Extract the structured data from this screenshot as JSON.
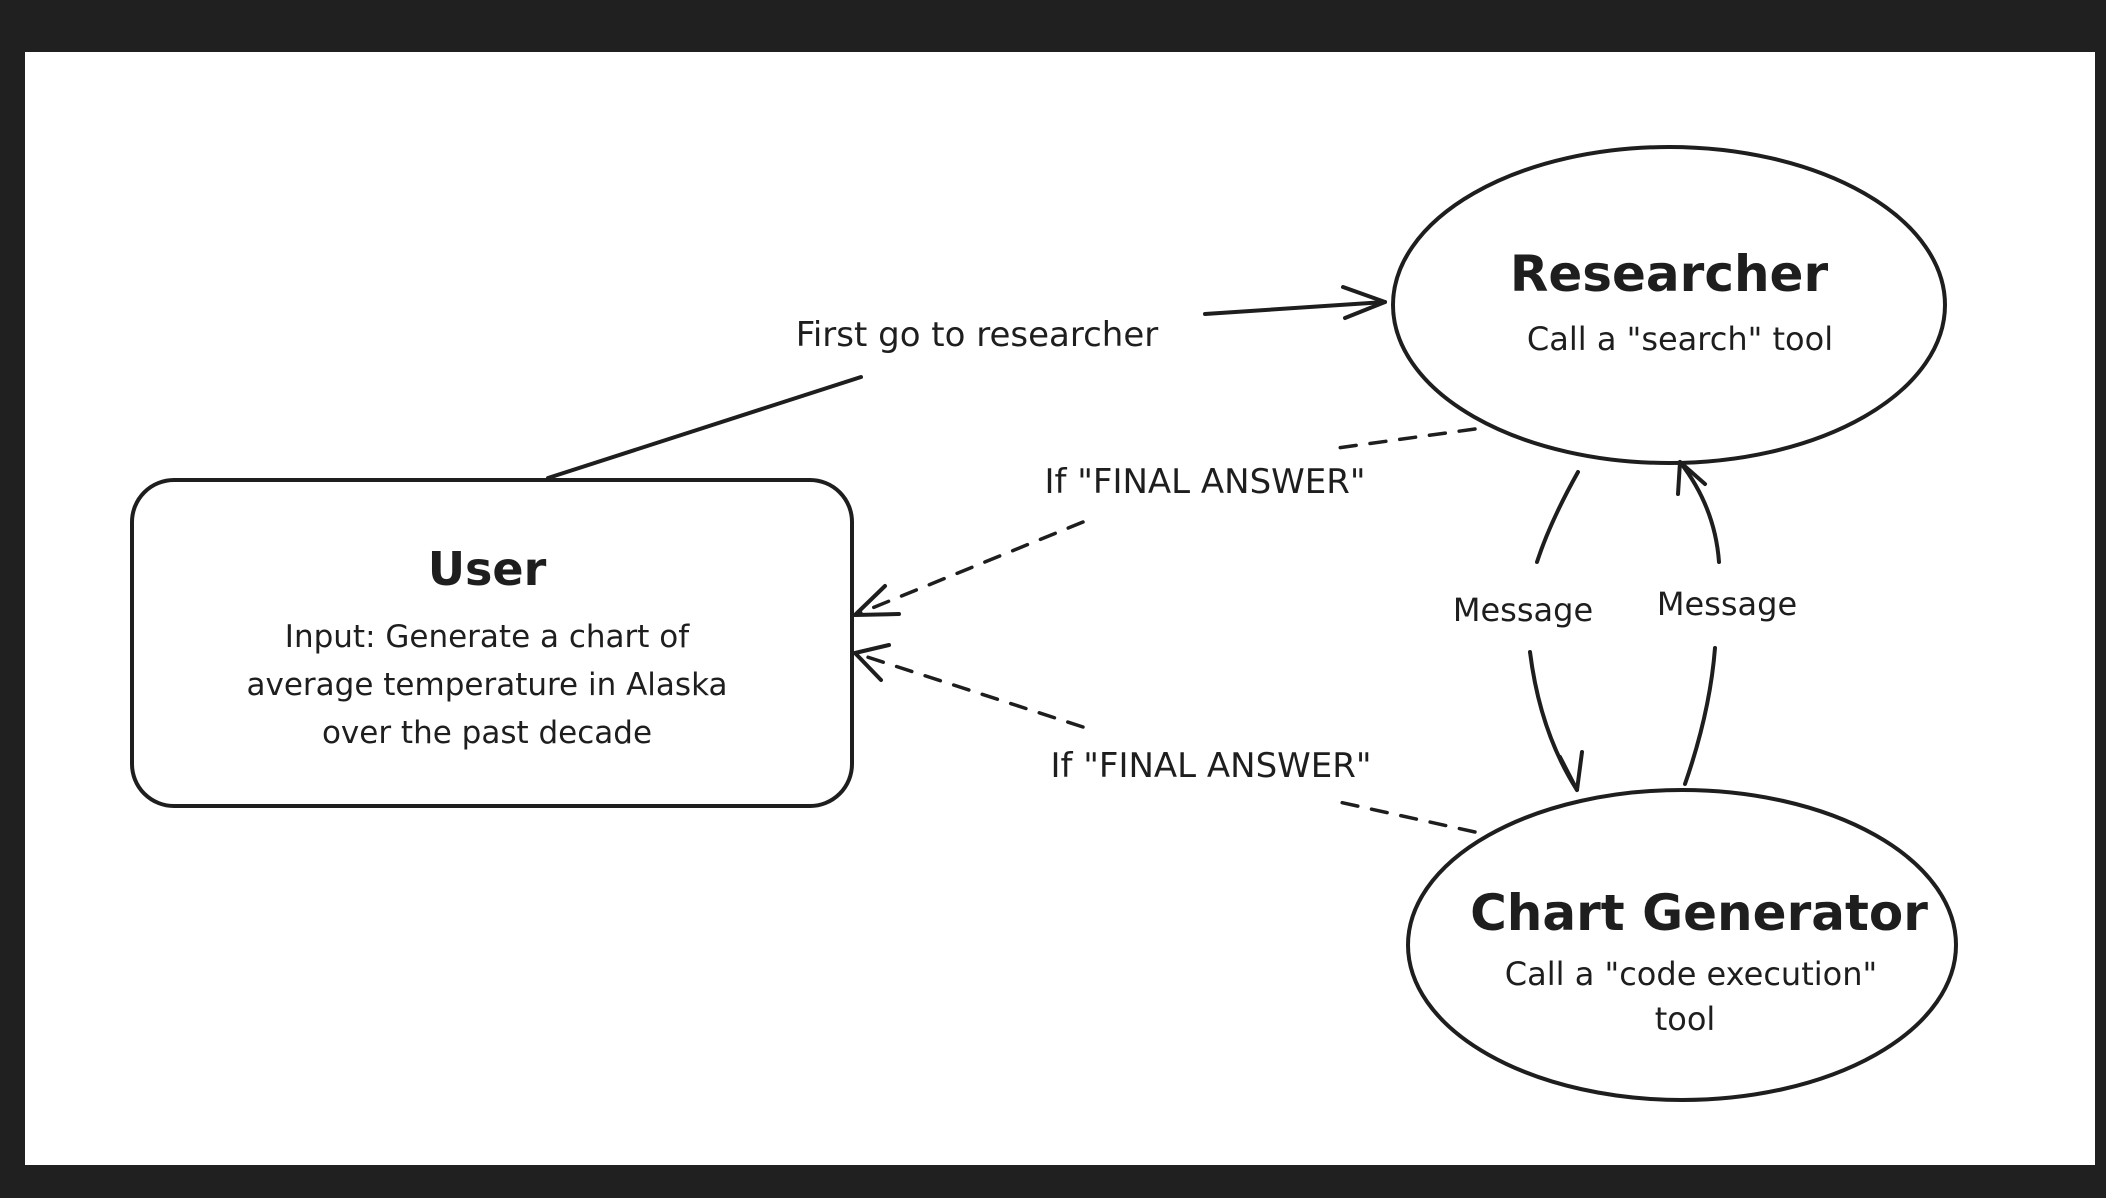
{
  "nodes": {
    "user": {
      "title": "User",
      "lines": [
        "Input: Generate a chart of",
        "average temperature in Alaska",
        "over the past decade"
      ]
    },
    "researcher": {
      "title": "Researcher",
      "subtitle": "Call a \"search\" tool"
    },
    "chart_generator": {
      "title": "Chart Generator",
      "lines": [
        "Call a \"code execution\"",
        "tool"
      ]
    }
  },
  "edges": {
    "user_to_researcher": "First go to researcher",
    "researcher_to_user": "If \"FINAL ANSWER\"",
    "chart_to_user": "If \"FINAL ANSWER\"",
    "researcher_to_chart": "Message",
    "chart_to_researcher": "Message"
  }
}
